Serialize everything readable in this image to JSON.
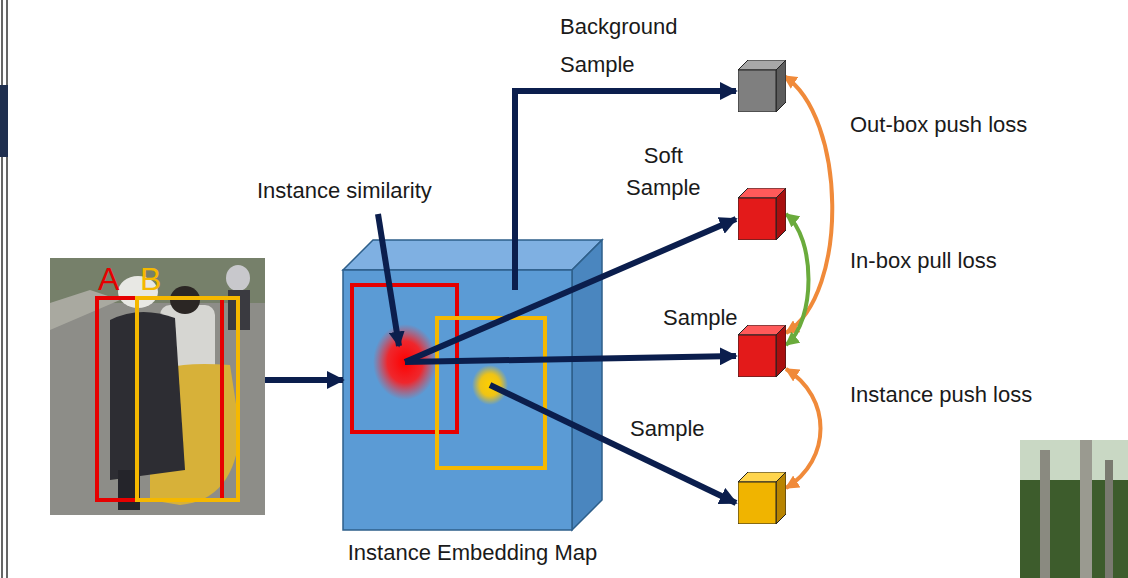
{
  "diagram": {
    "nodes": [
      {
        "text": [
          "A",
          "B"
        ]
      },
      {
        "text": [
          "Instance Embedding Map"
        ]
      },
      {
        "text": [
          "Background Sample"
        ]
      },
      {
        "text": [
          "Soft Sample"
        ]
      },
      {
        "text": [
          "Sample"
        ]
      },
      {
        "text": [
          "Sample"
        ]
      }
    ],
    "edges": [
      {
        "from": 0,
        "to": 1,
        "arrow": "to"
      },
      {
        "from": 1,
        "to": 2,
        "arrow": "to"
      },
      {
        "from": 1,
        "to": 3,
        "arrow": "to"
      },
      {
        "from": 1,
        "to": 4,
        "arrow": "to"
      },
      {
        "from": 1,
        "to": 5,
        "arrow": "to"
      },
      {
        "from": 2,
        "to": 4,
        "label": "Out-box push loss",
        "arrow": "both"
      },
      {
        "from": 3,
        "to": 4,
        "label": "In-box pull loss",
        "arrow": "both"
      },
      {
        "from": 4,
        "to": 5,
        "label": "Instance push loss",
        "arrow": "both"
      }
    ],
    "labels": [
      "Instance similarity"
    ]
  }
}
